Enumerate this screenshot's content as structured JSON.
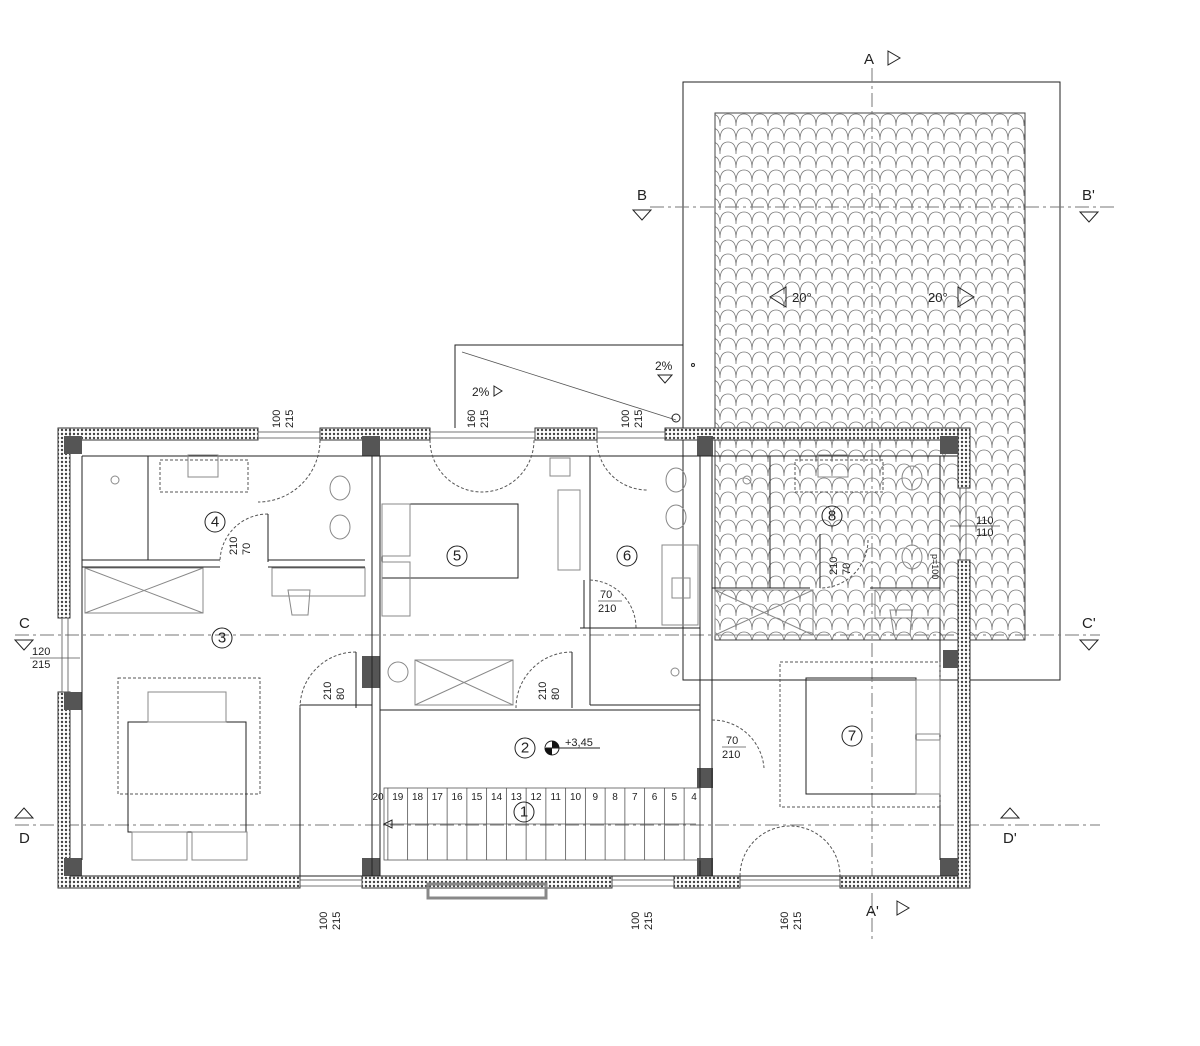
{
  "sections": {
    "A": "A",
    "A2": "A'",
    "B": "B",
    "B2": "B'",
    "C": "C",
    "C2": "C'",
    "D": "D",
    "D2": "D'"
  },
  "rooms": [
    "1",
    "2",
    "3",
    "4",
    "5",
    "6",
    "7",
    "8"
  ],
  "level": "+3,45",
  "slopes": {
    "terrace_left": "2%",
    "terrace_right": "2%",
    "roof_left": "20°",
    "roof_right": "20°"
  },
  "windows": {
    "w_top_4": [
      "100",
      "215"
    ],
    "w_top_5": [
      "160",
      "215"
    ],
    "w_top_6": [
      "100",
      "215"
    ],
    "w_bottom_3": [
      "100",
      "215"
    ],
    "w_bottom_1": [
      "100",
      "215"
    ],
    "w_bottom_7": [
      "160",
      "215"
    ],
    "w_left_c": [
      "120",
      "215"
    ],
    "w_right_8": [
      "110",
      "110"
    ],
    "w_right_8_parapet": "p=100"
  },
  "doors": {
    "d4": [
      "70",
      "210"
    ],
    "d8": [
      "70",
      "210"
    ],
    "d3": [
      "80",
      "210"
    ],
    "d_hall": [
      "80",
      "210"
    ],
    "d6": [
      "70",
      "210"
    ],
    "d7": [
      "70",
      "210"
    ]
  },
  "stairs": [
    "20",
    "19",
    "18",
    "17",
    "16",
    "15",
    "14",
    "13",
    "12",
    "11",
    "10",
    "9",
    "8",
    "7",
    "6",
    "5",
    "4"
  ]
}
